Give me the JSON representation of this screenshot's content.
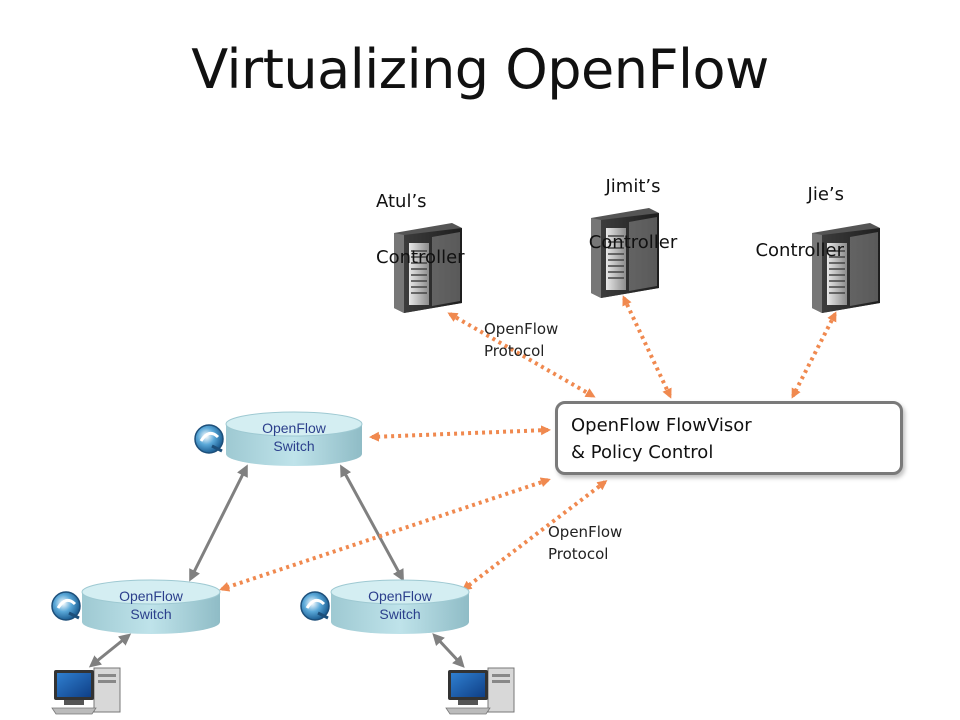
{
  "title": "Virtualizing OpenFlow",
  "controllers": [
    {
      "line1": "Atul’s",
      "line2": "Controller"
    },
    {
      "line1": "Jimit’s",
      "line2": "Controller"
    },
    {
      "line1": "Jie’s",
      "line2": "Controller"
    }
  ],
  "flowvisor": {
    "line1": "OpenFlow FlowVisor",
    "line2": "& Policy Control"
  },
  "protocol_labels": [
    {
      "line1": "OpenFlow",
      "line2": "Protocol"
    },
    {
      "line1": "OpenFlow",
      "line2": "Protocol"
    }
  ],
  "switches": [
    {
      "line1": "OpenFlow",
      "line2": "Switch"
    },
    {
      "line1": "OpenFlow",
      "line2": "Switch"
    },
    {
      "line1": "OpenFlow",
      "line2": "Switch"
    }
  ],
  "colors": {
    "control_link": "#f0894f",
    "data_link": "#808080",
    "switch_fill": "#b7dde4",
    "switch_text": "#2b3f8c"
  },
  "icons": [
    "server-icon",
    "switch-cylinder-icon",
    "openflow-logo-icon",
    "computer-icon"
  ]
}
